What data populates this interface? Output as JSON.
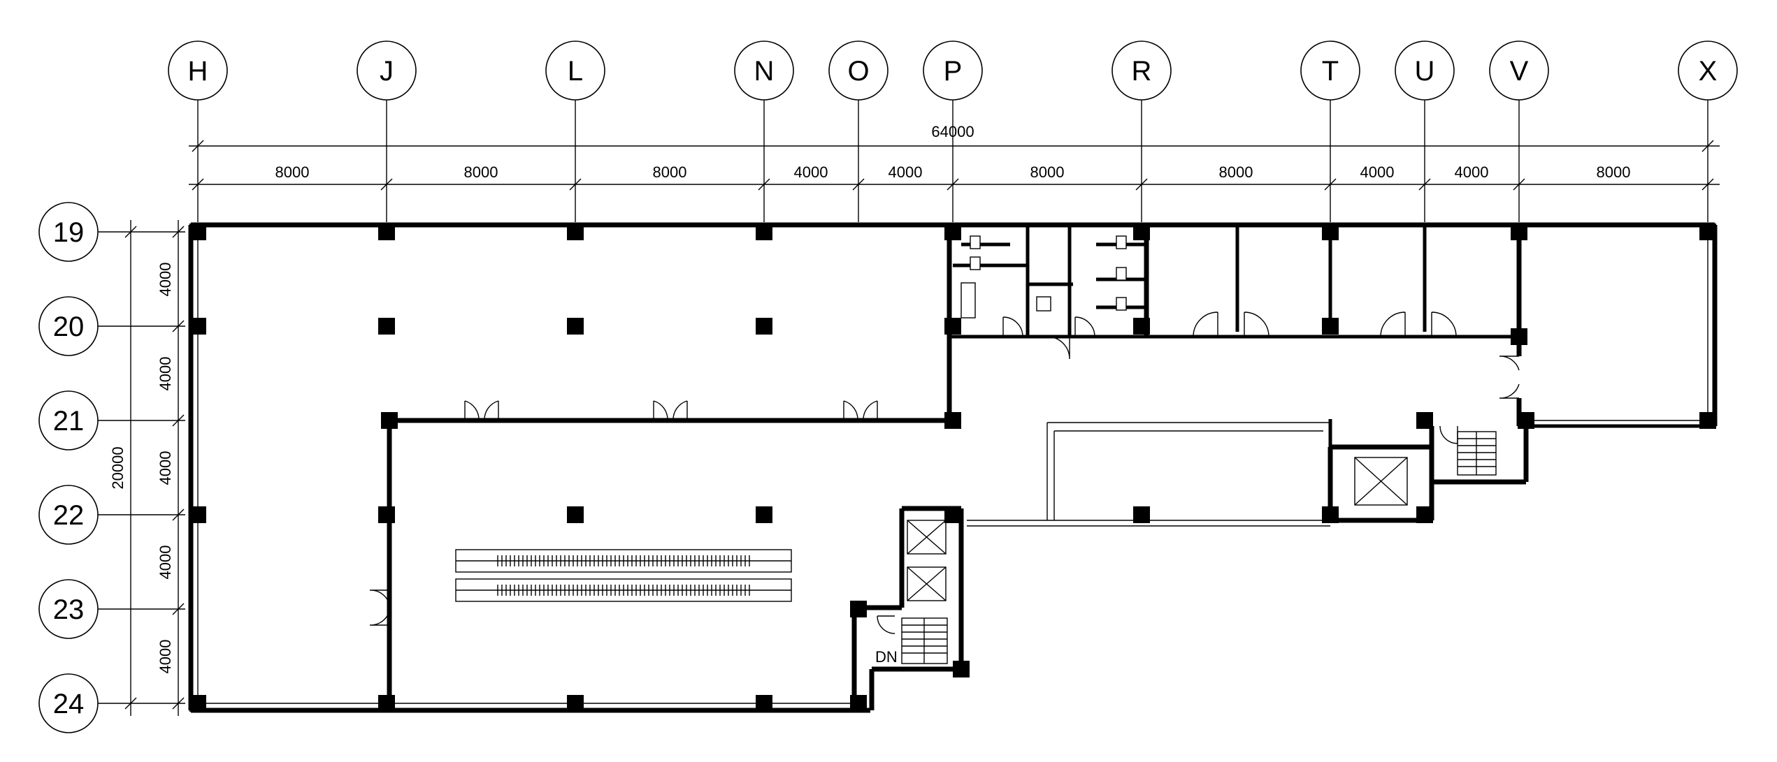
{
  "drawing": {
    "column_grid": [
      "H",
      "J",
      "L",
      "N",
      "O",
      "P",
      "R",
      "T",
      "U",
      "V",
      "X"
    ],
    "row_grid": [
      "19",
      "20",
      "21",
      "22",
      "23",
      "24"
    ],
    "overall_dimension": "64000",
    "column_spacings": [
      "8000",
      "8000",
      "8000",
      "4000",
      "4000",
      "8000",
      "8000",
      "4000",
      "4000",
      "8000"
    ],
    "row_spacings": [
      "4000",
      "4000",
      "4000",
      "4000",
      "4000"
    ],
    "overall_row_dimension": "20000",
    "stair_label": "DN"
  }
}
